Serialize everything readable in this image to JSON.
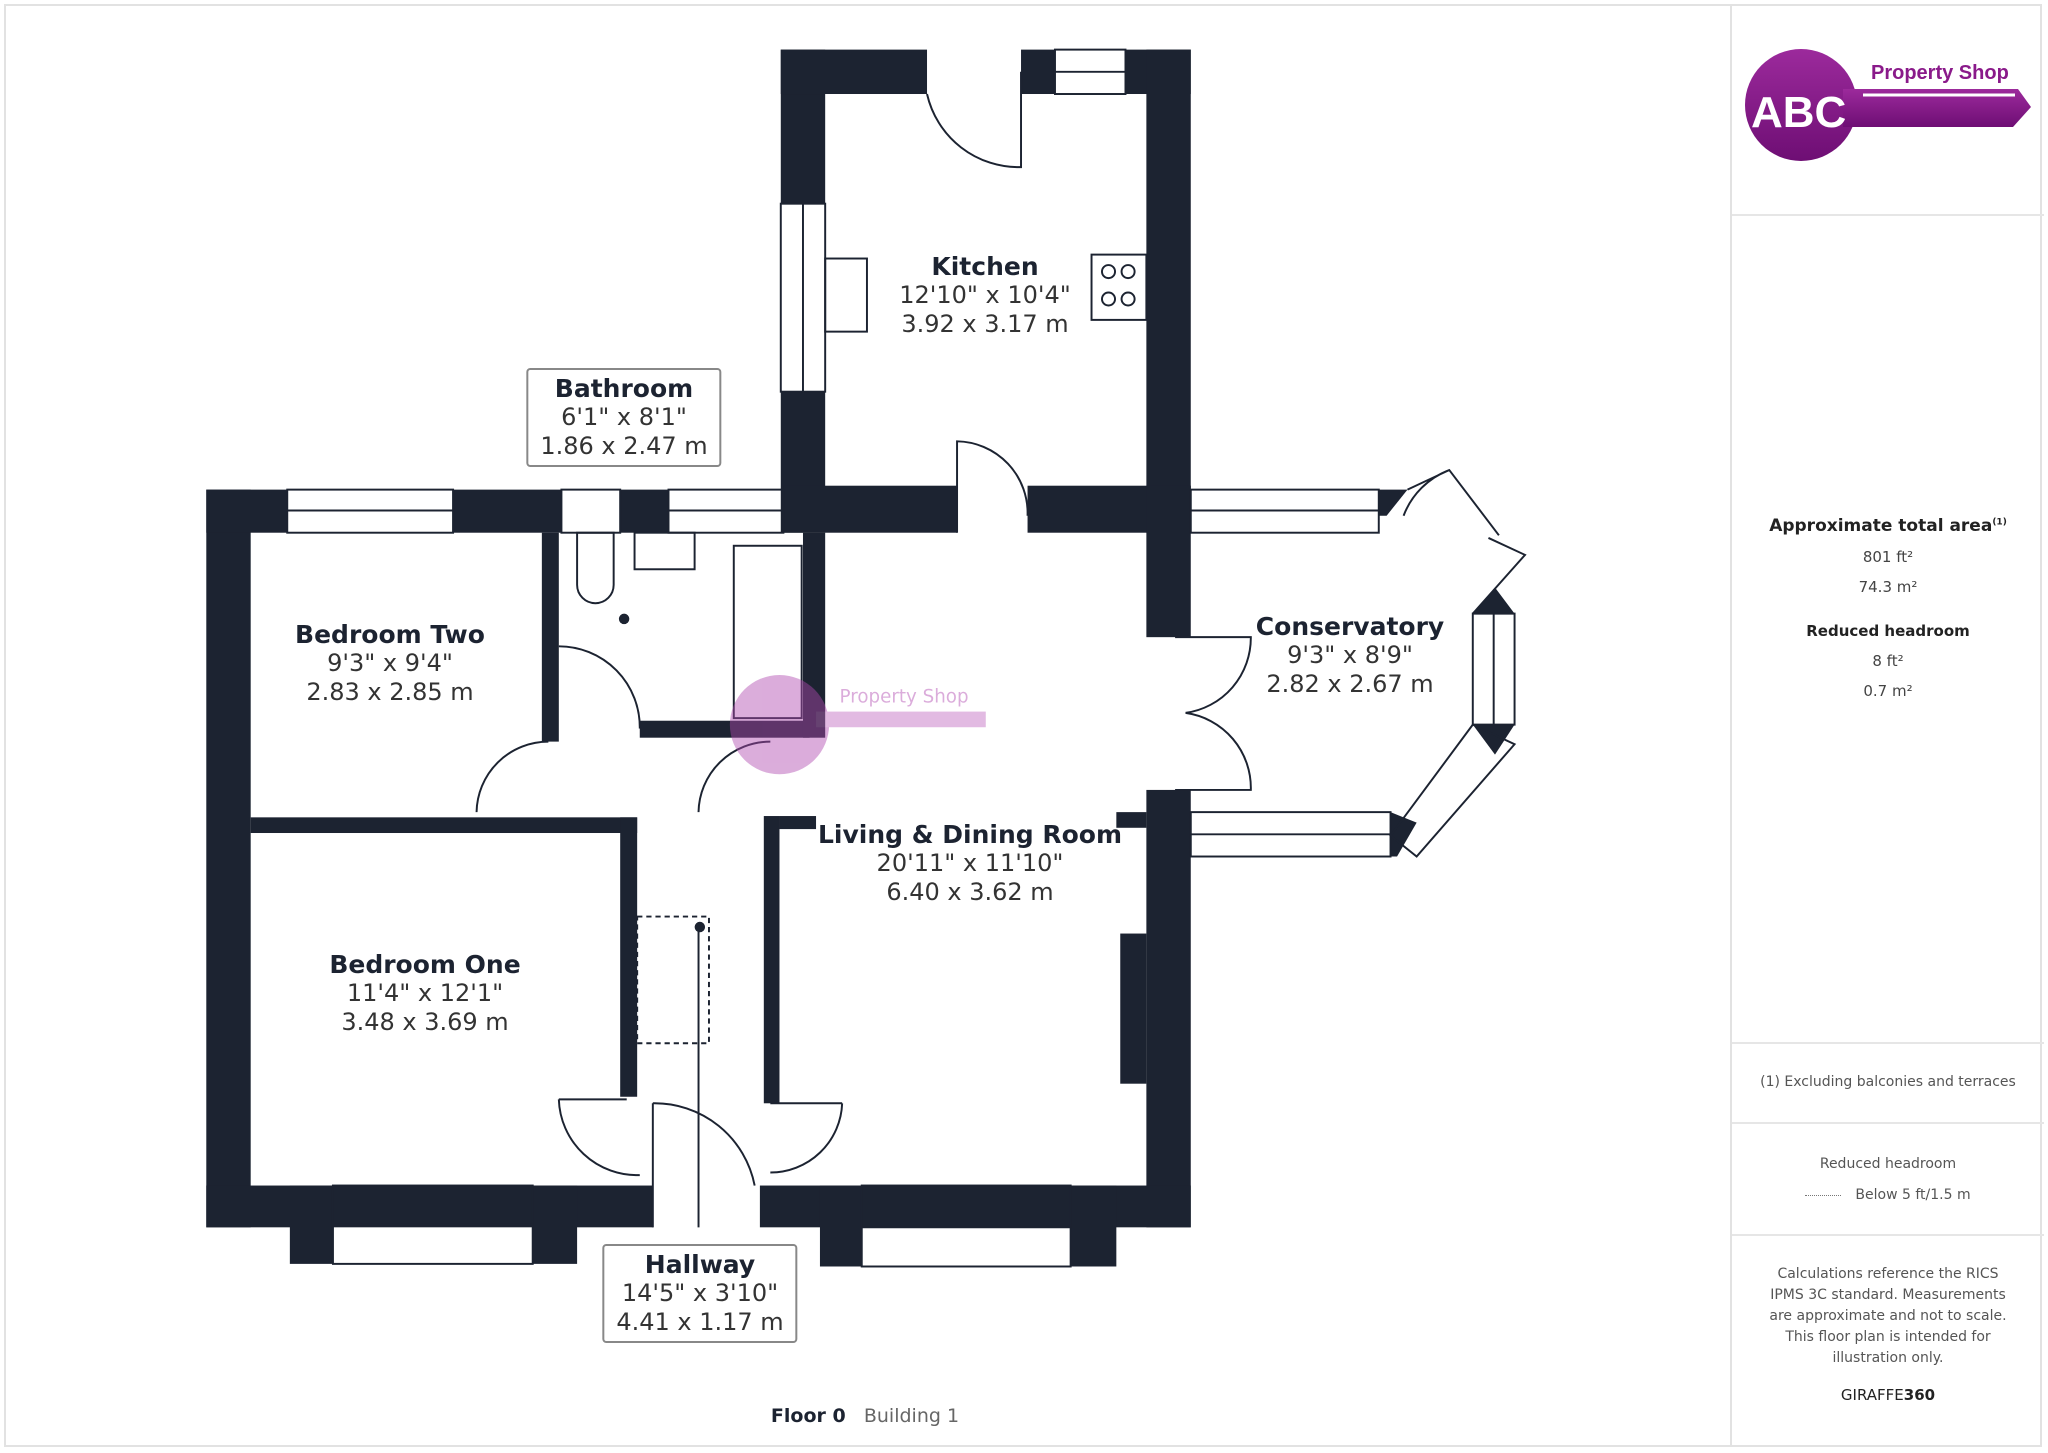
{
  "brand": {
    "logo_letters": "ABC",
    "logo_name": "Property Shop",
    "color": "#8a1a8a"
  },
  "rooms": [
    {
      "name": "Kitchen",
      "imperial": "12'10\" x 10'4\"",
      "metric": "3.92 x 3.17 m"
    },
    {
      "name": "Bathroom",
      "imperial": "6'1\" x 8'1\"",
      "metric": "1.86 x 2.47 m"
    },
    {
      "name": "Bedroom Two",
      "imperial": "9'3\" x 9'4\"",
      "metric": "2.83 x 2.85 m"
    },
    {
      "name": "Conservatory",
      "imperial": "9'3\" x 8'9\"",
      "metric": "2.82 x 2.67 m"
    },
    {
      "name": "Living & Dining Room",
      "imperial": "20'11\" x 11'10\"",
      "metric": "6.40 x 3.62 m"
    },
    {
      "name": "Bedroom One",
      "imperial": "11'4\" x 12'1\"",
      "metric": "3.48 x 3.69 m"
    },
    {
      "name": "Hallway",
      "imperial": "14'5\" x 3'10\"",
      "metric": "4.41 x 1.17 m"
    }
  ],
  "footer": {
    "floor": "Floor 0",
    "building": "Building 1"
  },
  "sidebar": {
    "total_area_label": "Approximate total area",
    "total_area_note": "(1)",
    "total_ft": "801 ft²",
    "total_m": "74.3 m²",
    "reduced_label": "Reduced headroom",
    "reduced_ft": "8 ft²",
    "reduced_m": "0.7 m²",
    "footnote": "(1) Excluding balconies and terraces",
    "legend_title": "Reduced headroom",
    "legend_item": "Below 5 ft/1.5 m",
    "disclaimer": "Calculations reference the RICS IPMS 3C standard. Measurements are approximate and not to scale. This floor plan is intended for illustration only.",
    "credit_a": "GIRAFFE",
    "credit_b": "360"
  },
  "colors": {
    "wall": "#1c2331",
    "brand": "#8a1a8a"
  }
}
